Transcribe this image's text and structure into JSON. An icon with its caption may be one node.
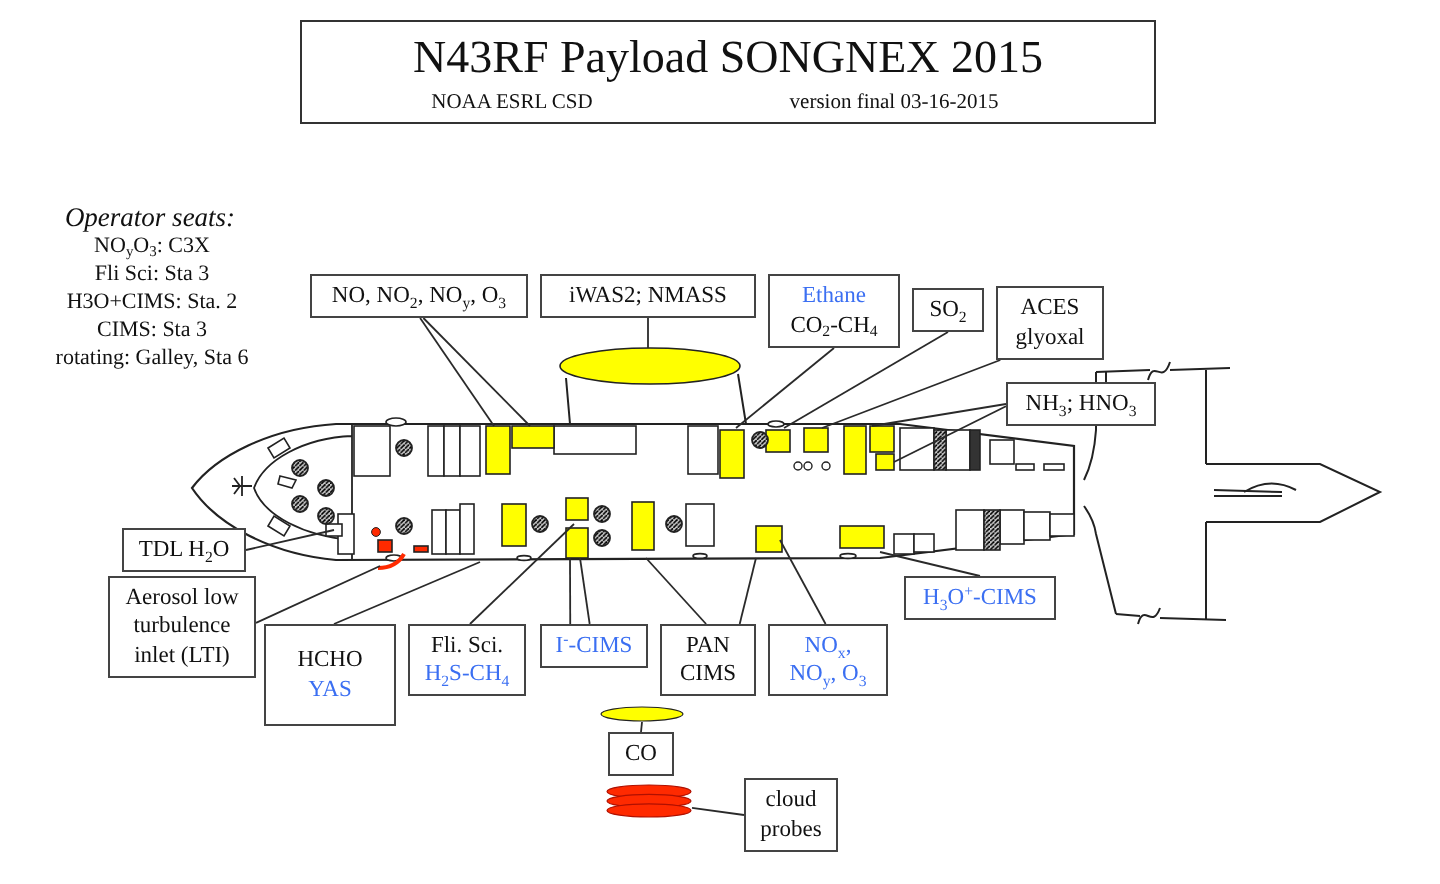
{
  "diagram": {
    "title": "N43RF Payload SONGNEX 2015",
    "nodes": [
      {
        "text": [
          "NO, NO$_{2}$, NO$_{y}$, O$_{3}$"
        ]
      },
      {
        "text": [
          "iWAS2; NMASS"
        ]
      },
      {
        "text": [
          "Ethane",
          "CO$_{2}$-CH$_{4}$"
        ]
      },
      {
        "text": [
          "SO$_{2}$"
        ]
      },
      {
        "text": [
          "ACES",
          "glyoxal"
        ]
      },
      {
        "text": [
          "NH$_{3}$; HNO$_{3}$"
        ]
      },
      {
        "text": [
          "TDL H$_{2}$O"
        ]
      },
      {
        "text": [
          "Aerosol low turbulence inlet (LTI)"
        ]
      },
      {
        "text": [
          "HCHO",
          "YAS"
        ]
      },
      {
        "text": [
          "Fli. Sci.",
          "H$_{2}$S-CH$_{4}$"
        ]
      },
      {
        "text": [
          "I$^{-}$-CIMS"
        ]
      },
      {
        "text": [
          "PAN CIMS"
        ]
      },
      {
        "text": [
          "NO$_{x}$, NO$_{y}$, O$_{3}$"
        ]
      },
      {
        "text": [
          "H$_{3}$O$^{+}$-CIMS"
        ]
      },
      {
        "text": [],
        "shape": "ellipse"
      },
      {
        "text": [
          "CO"
        ]
      },
      {
        "text": [],
        "shape": "disks"
      },
      {
        "text": [
          "cloud probes"
        ]
      }
    ],
    "edges": [
      {
        "from": 0,
        "to": null,
        "arrow": "none"
      },
      {
        "from": 0,
        "to": null,
        "arrow": "none"
      },
      {
        "from": 1,
        "to": null,
        "arrow": "none"
      },
      {
        "from": 2,
        "to": null,
        "arrow": "none"
      },
      {
        "from": 3,
        "to": null,
        "arrow": "none"
      },
      {
        "from": 4,
        "to": null,
        "arrow": "none"
      },
      {
        "from": 5,
        "to": null,
        "arrow": "none"
      },
      {
        "from": 5,
        "to": null,
        "arrow": "none"
      },
      {
        "from": 6,
        "to": null,
        "arrow": "none"
      },
      {
        "from": 7,
        "to": null,
        "arrow": "none"
      },
      {
        "from": 8,
        "to": null,
        "arrow": "none"
      },
      {
        "from": 9,
        "to": null,
        "arrow": "none"
      },
      {
        "from": 10,
        "to": null,
        "arrow": "none"
      },
      {
        "from": 10,
        "to": null,
        "arrow": "none"
      },
      {
        "from": 11,
        "to": null,
        "arrow": "none"
      },
      {
        "from": 11,
        "to": null,
        "arrow": "none"
      },
      {
        "from": 12,
        "to": null,
        "arrow": "none"
      },
      {
        "from": 13,
        "to": null,
        "arrow": "none"
      },
      {
        "from": 15,
        "to": 14,
        "arrow": "none"
      },
      {
        "from": 17,
        "to": 16,
        "arrow": "none"
      }
    ],
    "labels": [
      "NOAA ESRL CSD",
      "version final 03-16-2015",
      "Operator seats:",
      "NO$_{y}$O$_{3}$: C3X",
      "Fli Sci: Sta 3",
      "H3O+CIMS: Sta. 2",
      "CIMS: Sta 3",
      "rotating: Galley, Sta 6"
    ]
  }
}
